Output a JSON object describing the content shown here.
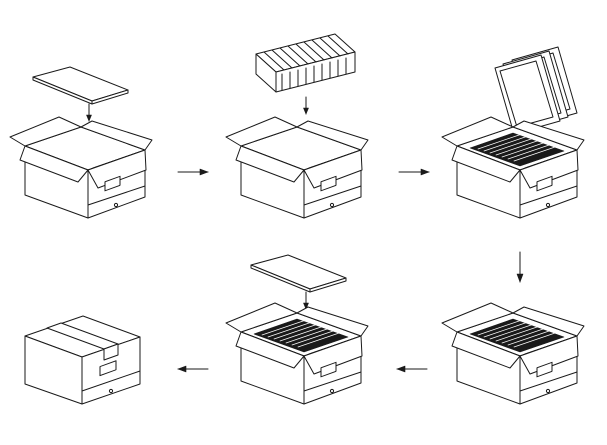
{
  "diagram": {
    "steps": [
      {
        "label": "",
        "box": "open-empty",
        "insert": "flat-sheet"
      },
      {
        "label": "",
        "box": "open-empty",
        "insert": "partition-rack"
      },
      {
        "label": "",
        "box": "open-filled",
        "insert": "frames"
      },
      {
        "label": "",
        "box": "open-filled",
        "insert": "none"
      },
      {
        "label": "",
        "box": "open-filled",
        "insert": "flat-sheet"
      },
      {
        "label": "",
        "box": "closed-taped",
        "insert": "none"
      }
    ],
    "flow_arrows": [
      {
        "from": 1,
        "to": 2,
        "direction": "right"
      },
      {
        "from": 2,
        "to": 3,
        "direction": "right"
      },
      {
        "from": 3,
        "to": 4,
        "direction": "down"
      },
      {
        "from": 4,
        "to": 5,
        "direction": "left"
      },
      {
        "from": 5,
        "to": 6,
        "direction": "left"
      }
    ],
    "colors": {
      "line": "#1a1a1a",
      "fill": "#ffffff",
      "background": "#ffffff"
    }
  }
}
